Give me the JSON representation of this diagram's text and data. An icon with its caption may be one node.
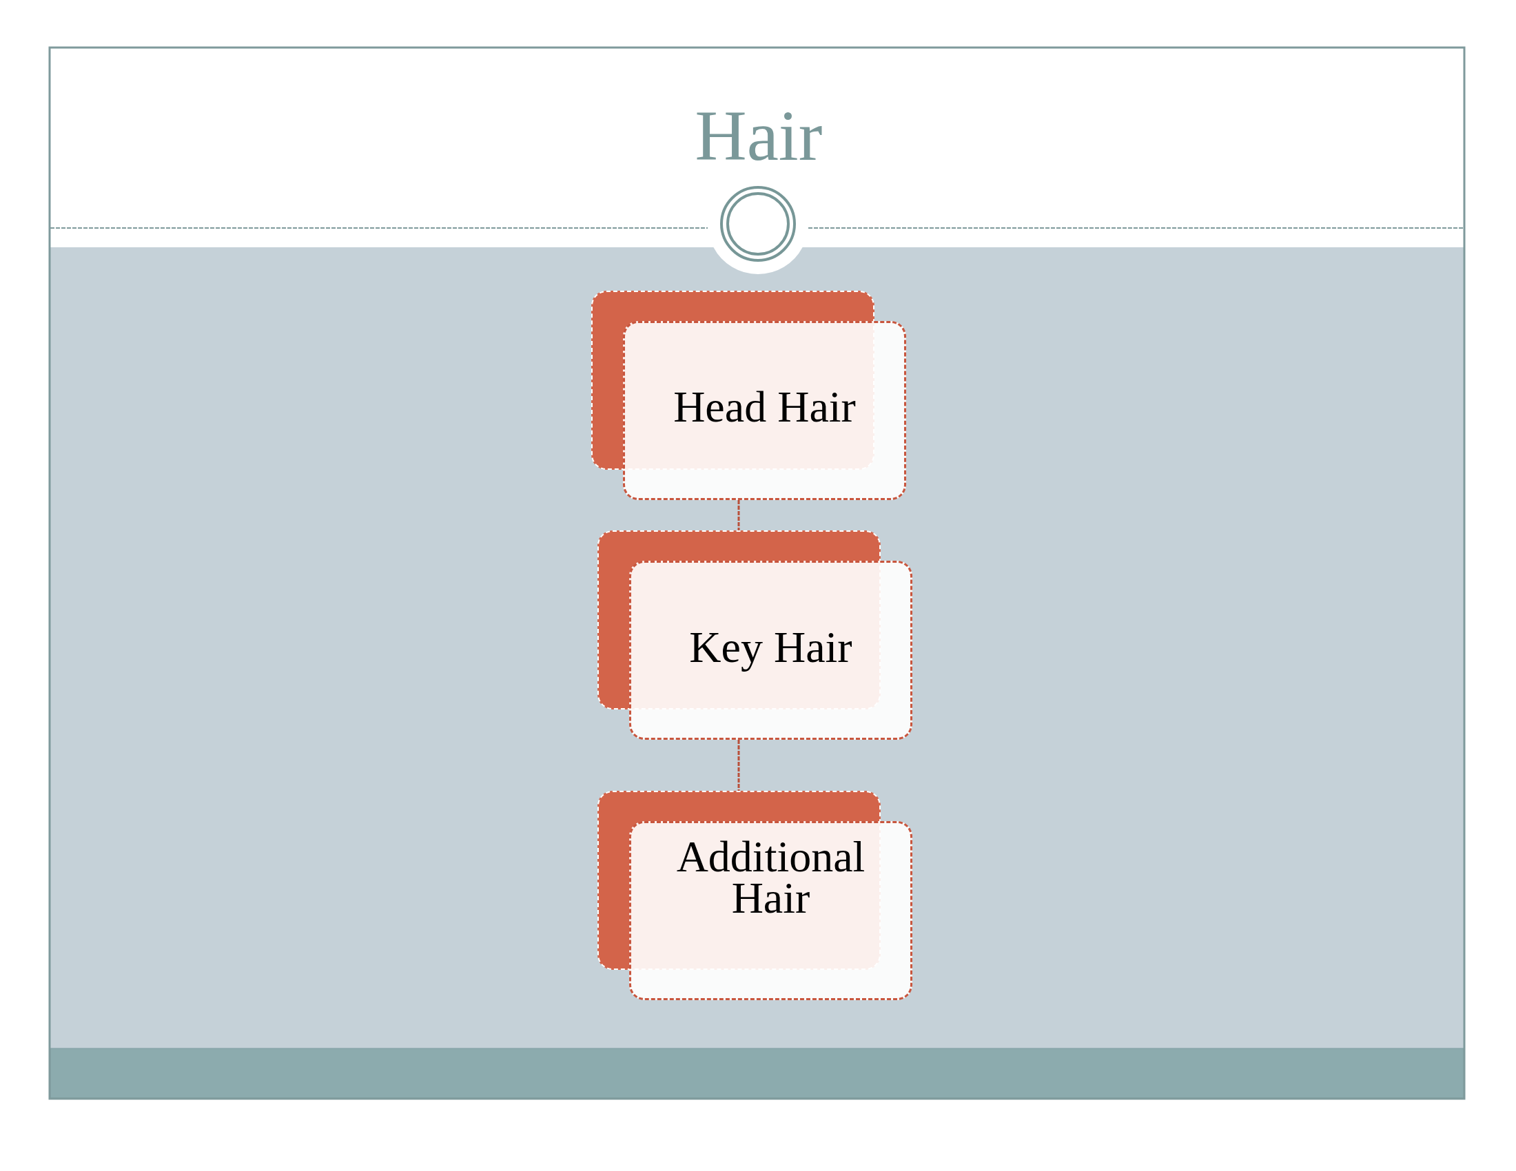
{
  "diagram": {
    "title": "Hair",
    "nodes": [
      {
        "text": [
          "Head Hair"
        ]
      },
      {
        "text": [
          "Key Hair"
        ]
      },
      {
        "text": [
          "Additional Hair"
        ]
      }
    ],
    "edges": [
      {
        "from": 0,
        "to": 1,
        "arrow": "none"
      },
      {
        "from": 1,
        "to": 2,
        "arrow": "none"
      }
    ]
  }
}
